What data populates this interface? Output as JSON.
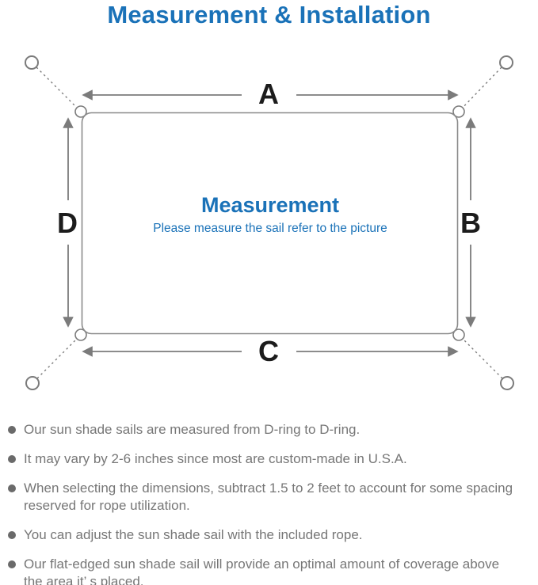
{
  "title": "Measurement & Installation",
  "diagram": {
    "dimension_labels": {
      "top": "A",
      "right": "B",
      "bottom": "C",
      "left": "D"
    },
    "center_title": "Measurement",
    "center_subtitle": "Please measure the sail refer to the picture"
  },
  "bullets": [
    {
      "lines": [
        "Our sun shade sails are measured from D-ring to D-ring."
      ]
    },
    {
      "lines": [
        "It may vary by 2-6 inches since most are custom-made in U.S.A."
      ]
    },
    {
      "lines": [
        "When selecting the dimensions, subtract 1.5 to 2 feet to account for some spacing",
        "reserved for rope utilization."
      ]
    },
    {
      "lines": [
        "You can adjust the sun shade sail with the included rope."
      ]
    },
    {
      "lines": [
        "Our flat-edged sun shade sail will provide an optimal amount of coverage above",
        "the area it’ s placed."
      ]
    }
  ],
  "colors": {
    "accent_blue": "#1a72b8",
    "diagram_gray": "#7b7b7b",
    "text_gray": "#767676",
    "label_black": "#1c1c1c"
  }
}
